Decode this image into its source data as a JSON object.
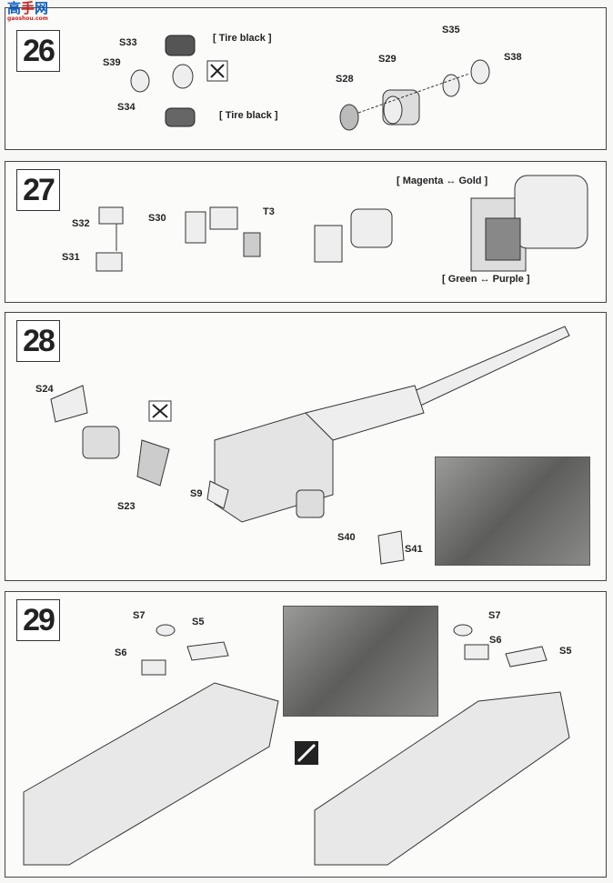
{
  "watermark": {
    "text": "高手网",
    "sub": "gaoshou.com"
  },
  "steps": {
    "s26": {
      "number": "26",
      "labels": {
        "s33": "S33",
        "tire_top": "[ Tire black ]",
        "s39": "S39",
        "s34": "S34",
        "tire_bottom": "[ Tire black ]",
        "s28": "S28",
        "s29": "S29",
        "s35": "S35",
        "s38": "S38"
      }
    },
    "s27": {
      "number": "27",
      "labels": {
        "magenta_gold": "[ Magenta ↔ Gold ]",
        "s32": "S32",
        "s30": "S30",
        "t3": "T3",
        "s31": "S31",
        "green_purple": "[ Green ↔ Purple ]"
      }
    },
    "s28": {
      "number": "28",
      "labels": {
        "s24": "S24",
        "s23": "S23",
        "s9": "S9",
        "s40": "S40",
        "s41": "S41"
      }
    },
    "s29": {
      "number": "29",
      "labels": {
        "s7_left": "S7",
        "s5_left": "S5",
        "s6_left": "S6",
        "s7_right": "S7",
        "s6_right": "S6",
        "s5_right": "S5"
      }
    }
  },
  "icons": [
    "cement-glue-icon",
    "reverse-side-icon"
  ]
}
